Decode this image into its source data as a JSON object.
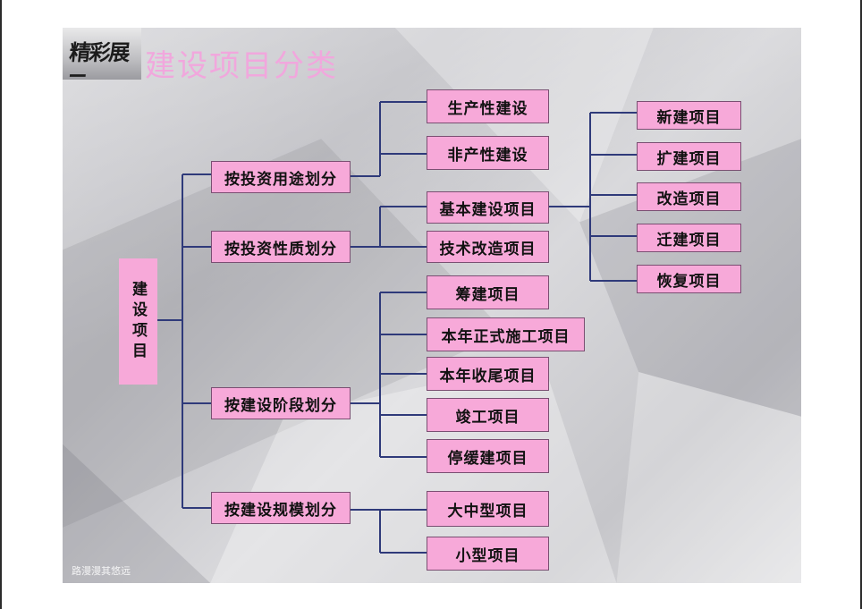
{
  "slide": {
    "title_badge": "精彩展示",
    "title": "建设项目分类",
    "watermark": "路漫漫其悠远"
  },
  "tree": {
    "root": "建设项目",
    "branches": [
      {
        "label": "按投资用途划分",
        "children": [
          "生产性建设",
          "非产性建设"
        ]
      },
      {
        "label": "按投资性质划分",
        "children": [
          "基本建设项目",
          "技术改造项目"
        ]
      },
      {
        "label": "按建设阶段划分",
        "children": [
          "筹建项目",
          "本年正式施工项目",
          "本年收尾项目",
          "竣工项目",
          "停缓建项目"
        ]
      },
      {
        "label": "按建设规模划分",
        "children": [
          "大中型项目",
          "小型项目"
        ]
      }
    ],
    "basic_construction_types": [
      "新建项目",
      "扩建项目",
      "改造项目",
      "迁建项目",
      "恢复项目"
    ]
  },
  "colors": {
    "node_fill": "#f7a9d9",
    "connector": "#2f3a7a",
    "title": "#f1a7dd"
  }
}
